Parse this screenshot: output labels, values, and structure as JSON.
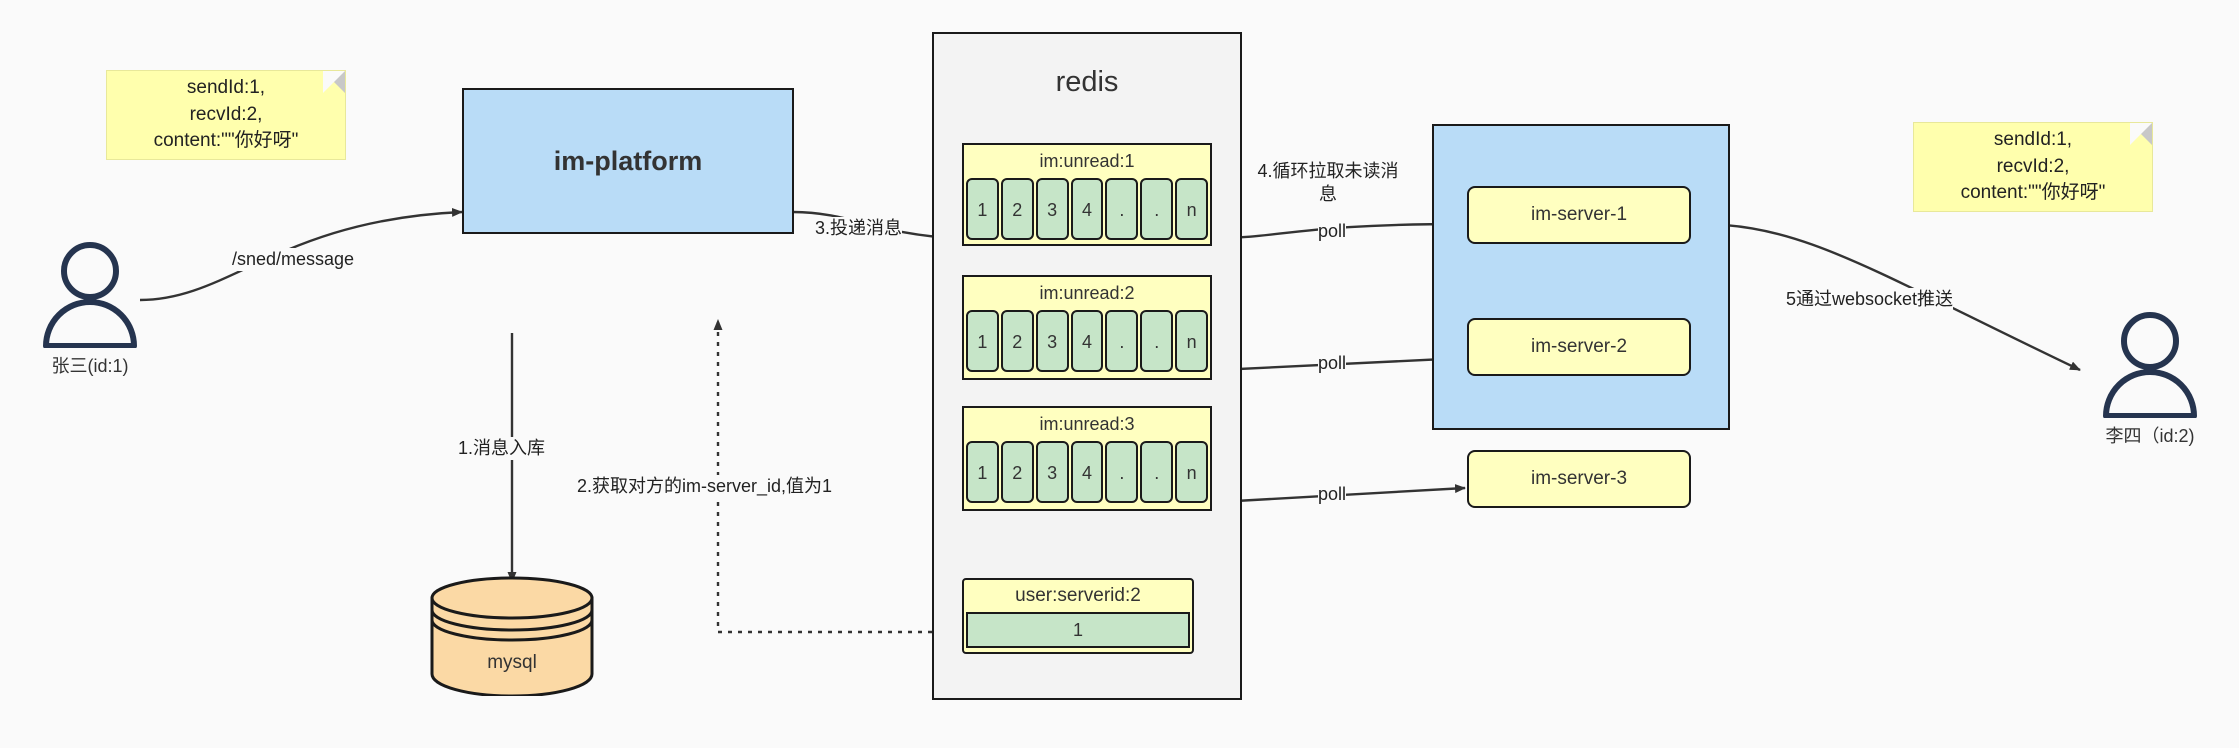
{
  "diagram": {
    "title": "IM message delivery architecture",
    "colors": {
      "note_bg": "#ffffad",
      "blue_box": "#b9dcf7",
      "redis_bg": "#f3f3f3",
      "queue_yellow": "#ffffc0",
      "cell_green": "#c6e5c8",
      "mysql_orange": "#fbd9a5",
      "stroke": "#1a1a1a",
      "actor": "#25344f"
    }
  },
  "notes": {
    "left": "sendId:1,\nrecvId:2,\ncontent:\"\"你好呀\"",
    "right": "sendId:1,\nrecvId:2,\ncontent:\"\"你好呀\""
  },
  "actors": {
    "sender": {
      "label": "张三(id:1)",
      "icon": "person-icon"
    },
    "receiver": {
      "label": "李四（id:2)",
      "icon": "person-icon"
    }
  },
  "platform": {
    "label": "im-platform"
  },
  "mysql": {
    "label": "mysql",
    "icon": "database-cylinder-icon"
  },
  "redis": {
    "title": "redis",
    "queues": [
      {
        "key": "im:unread:1",
        "cells": [
          "1",
          "2",
          "3",
          "4",
          ".",
          ".",
          "n"
        ]
      },
      {
        "key": "im:unread:2",
        "cells": [
          "1",
          "2",
          "3",
          "4",
          ".",
          ".",
          "n"
        ]
      },
      {
        "key": "im:unread:3",
        "cells": [
          "1",
          "2",
          "3",
          "4",
          ".",
          ".",
          "n"
        ]
      }
    ],
    "kv": {
      "key": "user:serverid:2",
      "value": "1"
    }
  },
  "servers": {
    "items": [
      {
        "label": "im-server-1"
      },
      {
        "label": "im-server-2"
      },
      {
        "label": "im-server-3"
      }
    ]
  },
  "edges": {
    "send_message": "/sned/message",
    "step1": "1.消息入库",
    "step2": "2.获取对方的im-server_id,值为1",
    "step3": "3.投递消息",
    "step4": "4.循环拉取未读消息",
    "step5": "5通过websocket推送",
    "poll1": "poll",
    "poll2": "poll",
    "poll3": "poll"
  }
}
